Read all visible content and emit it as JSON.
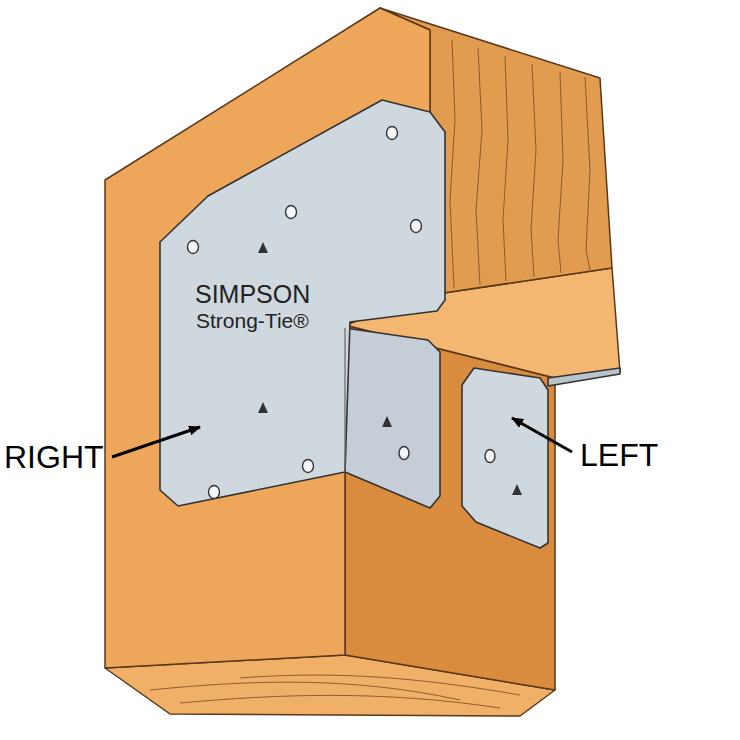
{
  "diagram": {
    "labels": [
      "SIMPSON",
      "Strong-Tie®",
      "RIGHT",
      "LEFT"
    ]
  }
}
